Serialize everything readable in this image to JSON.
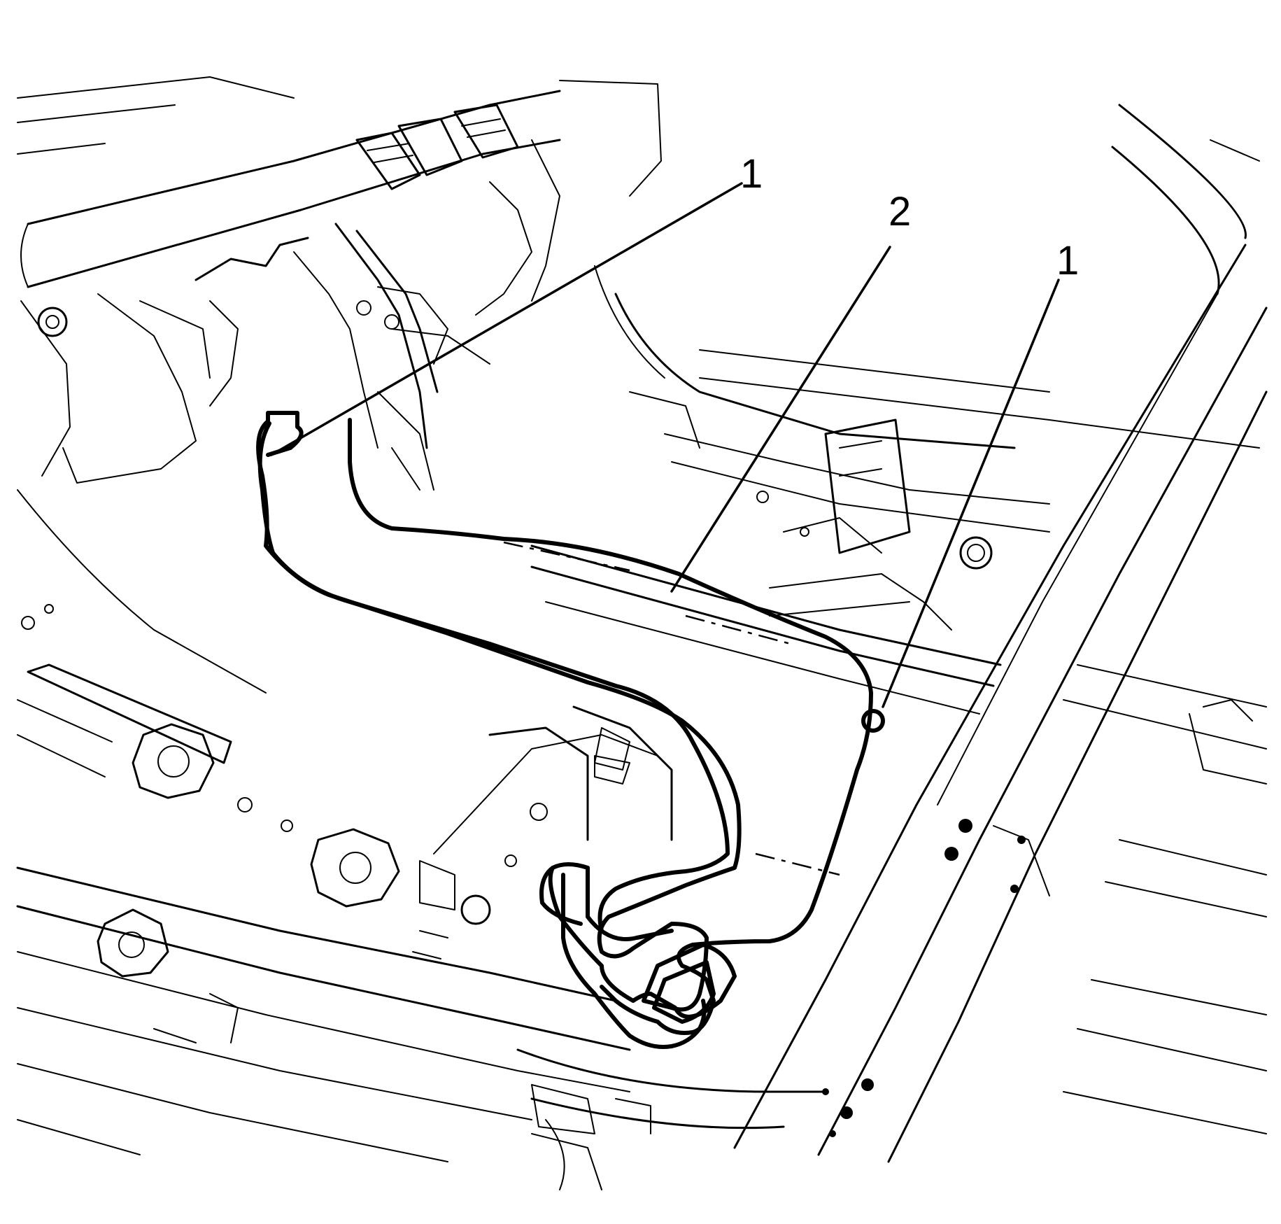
{
  "callouts": [
    {
      "id": "callout-1-left",
      "text": "1"
    },
    {
      "id": "callout-2",
      "text": "2"
    },
    {
      "id": "callout-1-right",
      "text": "1"
    }
  ],
  "colors": {
    "line": "#000000",
    "background": "#ffffff"
  }
}
